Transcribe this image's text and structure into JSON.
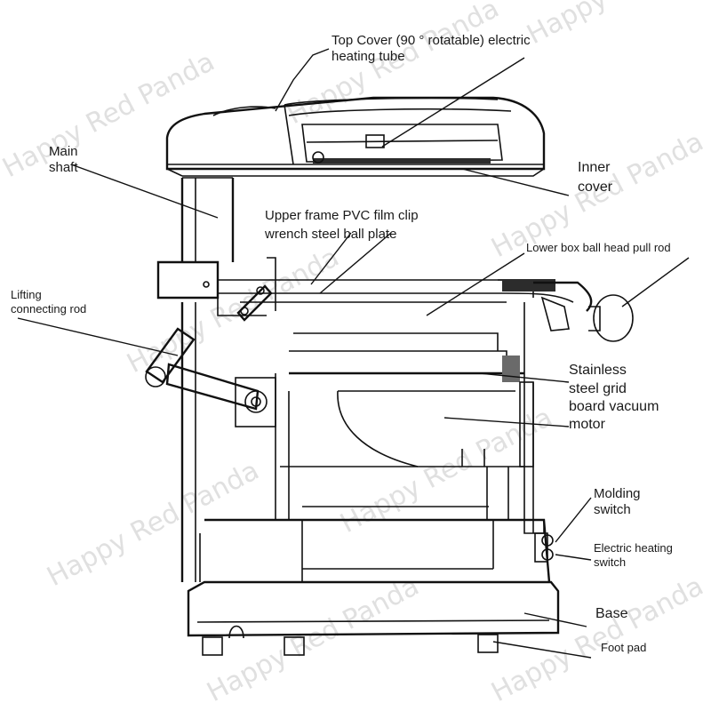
{
  "labels": {
    "top_cover_1": "Top Cover (90 ° rotatable) electric",
    "top_cover_2": "heating tube",
    "main_shaft_1": "Main",
    "main_shaft_2": "shaft",
    "inner_cover_1": "Inner",
    "inner_cover_2": "cover",
    "upper_frame_1": "Upper frame PVC film clip",
    "upper_frame_2": "wrench steel ball plate",
    "lower_box_rod": "Lower box ball head pull rod",
    "lifting_rod_1": "Lifting",
    "lifting_rod_2": "connecting rod",
    "stainless_1": "Stainless",
    "stainless_2": "steel grid",
    "stainless_3": "board vacuum",
    "stainless_4": "motor",
    "molding_1": "Molding",
    "molding_2": "switch",
    "heating_1": "Electric heating",
    "heating_2": "switch",
    "base": "Base",
    "foot_pad": "Foot pad"
  },
  "watermark": "Happy Red Panda",
  "colors": {
    "line": "#111111",
    "watermark": "#c8c8c8",
    "background": "#ffffff"
  }
}
